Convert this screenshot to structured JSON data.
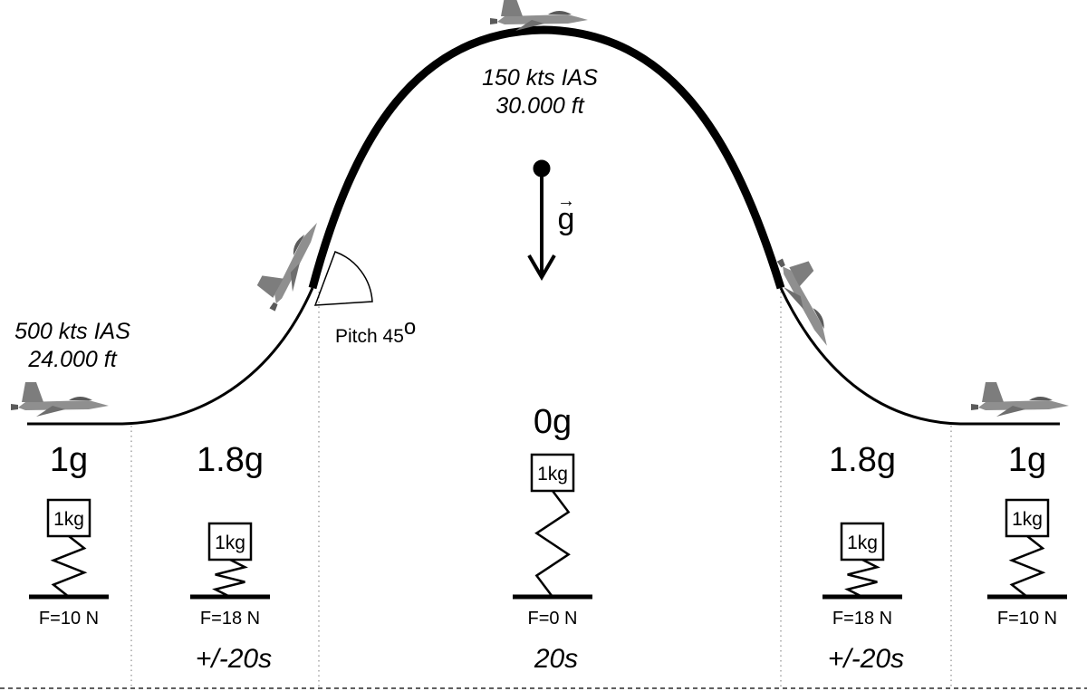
{
  "labels": {
    "entry_speed": "500 kts IAS",
    "entry_alt": "24.000 ft",
    "top_speed": "150 kts IAS",
    "top_alt": "30.000 ft",
    "pitch": "Pitch 45",
    "pitch_sup": "o",
    "gravity": "g",
    "gravity_arrow": "→"
  },
  "phases": [
    {
      "g": "1g",
      "mass": "1kg",
      "force": "F=10 N",
      "time": ""
    },
    {
      "g": "1.8g",
      "mass": "1kg",
      "force": "F=18 N",
      "time": "+/-20s"
    },
    {
      "g": "0g",
      "mass": "1kg",
      "force": "F=0 N",
      "time": "20s"
    },
    {
      "g": "1.8g",
      "mass": "1kg",
      "force": "F=18 N",
      "time": "+/-20s"
    },
    {
      "g": "1g",
      "mass": "1kg",
      "force": "F=10 N",
      "time": ""
    }
  ],
  "colors": {
    "line": "#000000",
    "jet_body": "#8f8f8f",
    "jet_dark": "#5a5a5a",
    "guide": "#777777"
  },
  "icons": [
    "jet-icon",
    "mass-icon",
    "spring-icon",
    "angle-arc-icon",
    "gravity-arrow-icon"
  ]
}
